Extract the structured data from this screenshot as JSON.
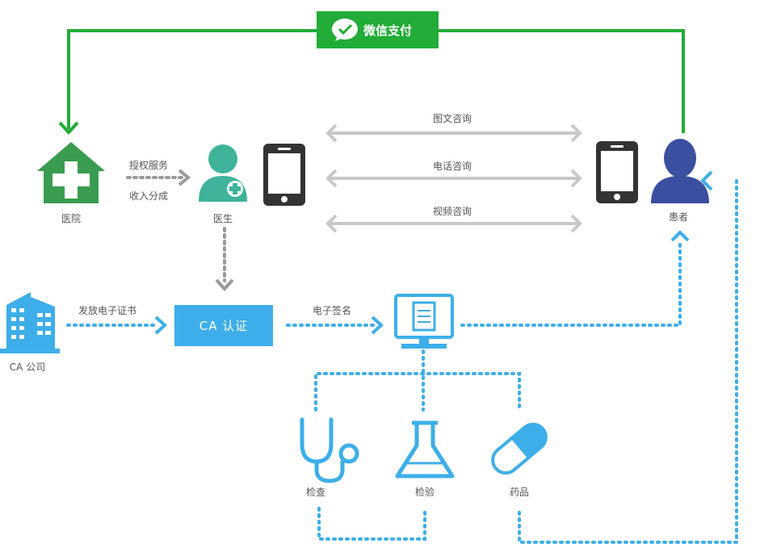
{
  "payment": {
    "label": "微信支付",
    "icon": "wechat-pay-icon",
    "color": "#22ac38"
  },
  "hospital": {
    "label": "医院",
    "icon": "hospital-icon",
    "color": "#3a9c50"
  },
  "doctor": {
    "label": "医生",
    "icon": "doctor-icon",
    "color": "#3fb49a"
  },
  "patient": {
    "label": "患者",
    "icon": "patient-icon",
    "color": "#3a4fa0"
  },
  "hospital_doctor_link": {
    "line1": "授权服务",
    "line2": "收入分成"
  },
  "consult": {
    "image_text": "图文咨询",
    "phone": "电话咨询",
    "video": "视频咨询"
  },
  "ca_company": {
    "label": "CA 公司",
    "icon": "office-building-icon"
  },
  "ca_link": {
    "label": "发放电子证书"
  },
  "ca_cert": {
    "label": "CA 认证"
  },
  "signature": {
    "label": "电子签名",
    "icon": "monitor-document-icon"
  },
  "services": {
    "exam": "检查",
    "test": "检验",
    "medicine": "药品"
  },
  "colors": {
    "accent_blue": "#3daee9",
    "gray_arrow": "#c8c8c8",
    "dark": "#333333"
  }
}
